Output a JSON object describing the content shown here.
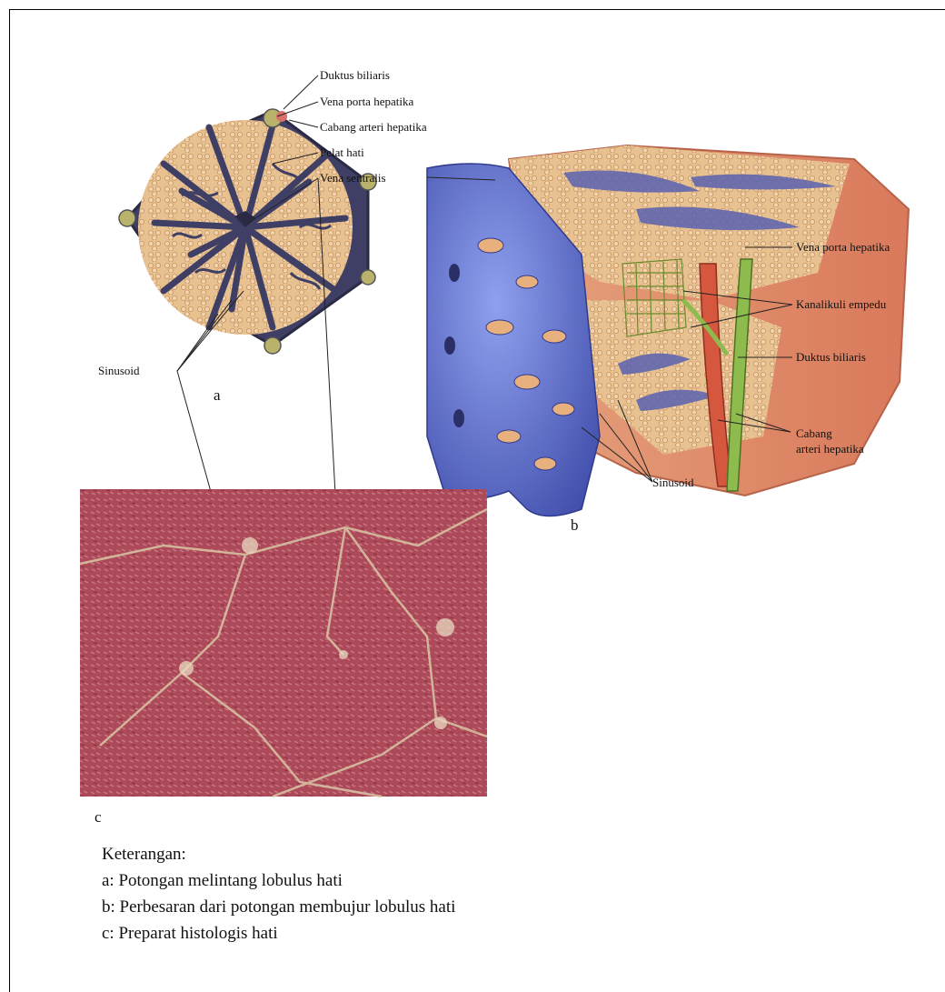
{
  "panel_a": {
    "letter": "a",
    "labels": {
      "duktus_biliaris": "Duktus biliaris",
      "vena_porta_hepatika": "Vena porta hepatika",
      "cabang_arteri_hepatika": "Cabang arteri hepatika",
      "pelat_hati": "Pelat hati",
      "vena_sentralis": "Vena sentralis",
      "sinusoid": "Sinusoid"
    }
  },
  "panel_b": {
    "letter": "b",
    "labels": {
      "vena_porta_hepatika": "Vena porta hepatika",
      "kanalikuli_empedu": "Kanalikuli empedu",
      "duktus_biliaris": "Duktus biliaris",
      "cabang_line1": "Cabang",
      "cabang_line2": "arteri hepatika",
      "sinusoid": "Sinusoid"
    }
  },
  "panel_c": {
    "letter": "c"
  },
  "legend": {
    "title": "Keterangan:",
    "items": [
      "a: Potongan melintang lobulus hati",
      "b: Perbesaran dari potongan membujur lobulus hati",
      "c: Preparat histologis hati"
    ]
  },
  "colors": {
    "lobule_purple": "#3f3f66",
    "hepatocyte_tan": "#e9c49a",
    "vein_blue": "#6b7fd6",
    "artery_red": "#d86a4e",
    "bile_green": "#9ac25a",
    "histology_red": "#b04a5c"
  }
}
